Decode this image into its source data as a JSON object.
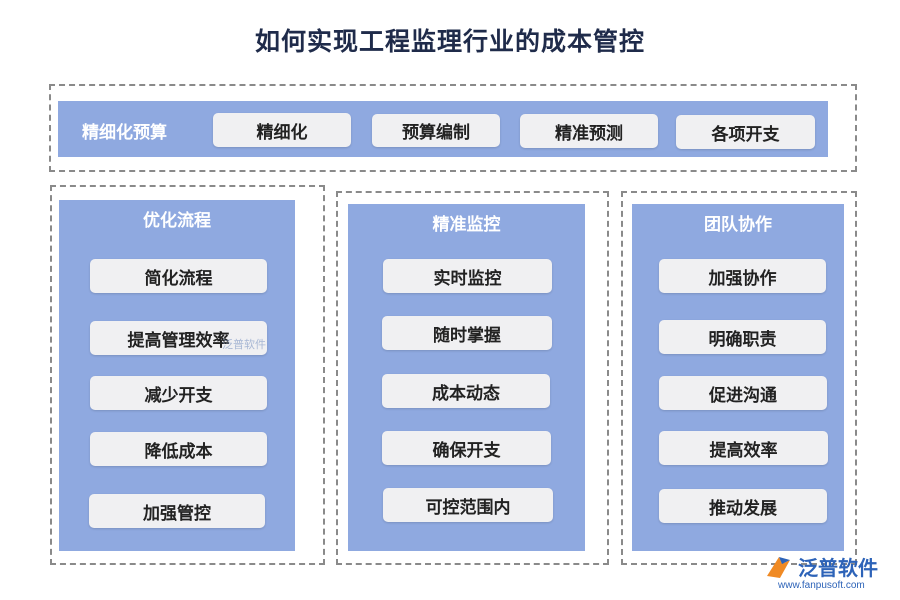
{
  "title": "如何实现工程监理行业的成本管控",
  "top": {
    "label": "精细化预算",
    "items": [
      "精细化",
      "预算编制",
      "精准预测",
      "各项开支"
    ]
  },
  "columns": [
    {
      "title": "优化流程",
      "items": [
        "简化流程",
        "提高管理效率",
        "减少开支",
        "降低成本",
        "加强管控"
      ]
    },
    {
      "title": "精准监控",
      "items": [
        "实时监控",
        "随时掌握",
        "成本动态",
        "确保开支",
        "可控范围内"
      ]
    },
    {
      "title": "团队协作",
      "items": [
        "加强协作",
        "明确职责",
        "促进沟通",
        "提高效率",
        "推动发展"
      ]
    }
  ],
  "watermark": "泛普软件",
  "logo": {
    "name": "泛普软件",
    "url": "www.fanpusoft.com"
  }
}
